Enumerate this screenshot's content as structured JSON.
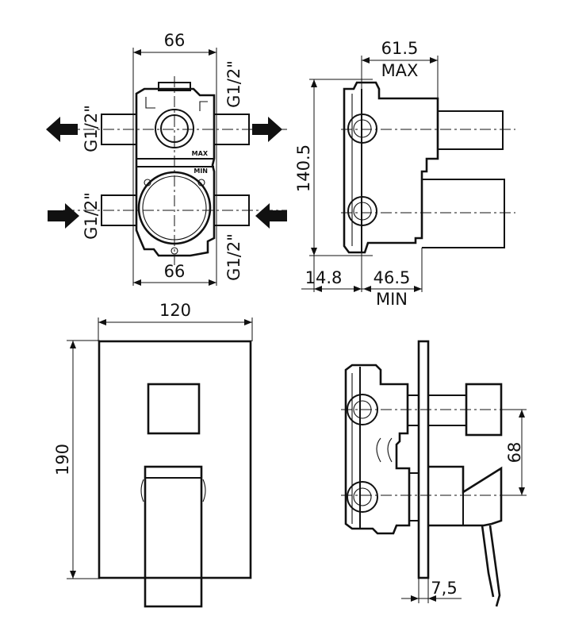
{
  "top_view": {
    "dim_top": "66",
    "dim_bottom": "66",
    "thread_upper_left": "G1/2\"",
    "thread_upper_right": "G1/2\"",
    "thread_lower_left": "G1/2\"",
    "thread_lower_right": "G1/2\"",
    "marking_max": "MAX",
    "marking_min": "MIN"
  },
  "side_view": {
    "dim_depth_max": "61.5",
    "label_max": "MAX",
    "dim_height": "140.5",
    "dim_offset": "14.8",
    "dim_depth_min": "46.5",
    "label_min": "MIN"
  },
  "front_view": {
    "dim_width": "120",
    "dim_height": "190"
  },
  "assembly_view": {
    "dim_spacing": "68",
    "dim_plate": "7,5"
  }
}
